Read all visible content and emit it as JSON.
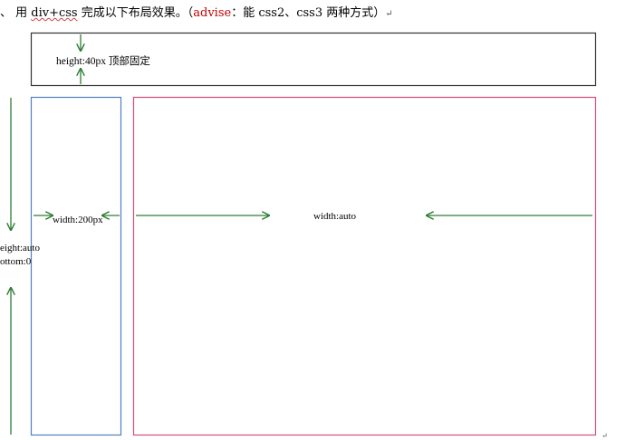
{
  "title": {
    "prefix": "、 用 ",
    "code_word": "div+css",
    "middle": " 完成以下布局效果。（",
    "advise_label": "advise",
    "suffix": "：能 css2、css3 两种方式）",
    "return_mark": "↵"
  },
  "header_box": {
    "label": "height:40px 顶部固定"
  },
  "left_box": {
    "label": "width:200px"
  },
  "main_box": {
    "label": "width:auto"
  },
  "left_annotation": {
    "line1": "eight:auto",
    "line2": "ottom:0"
  },
  "end_mark": "↵",
  "colors": {
    "header_border": "#333333",
    "left_border": "#4f7fc0",
    "main_border": "#d84c74",
    "arrow": "#2e7d32",
    "advise": "#c00000"
  }
}
